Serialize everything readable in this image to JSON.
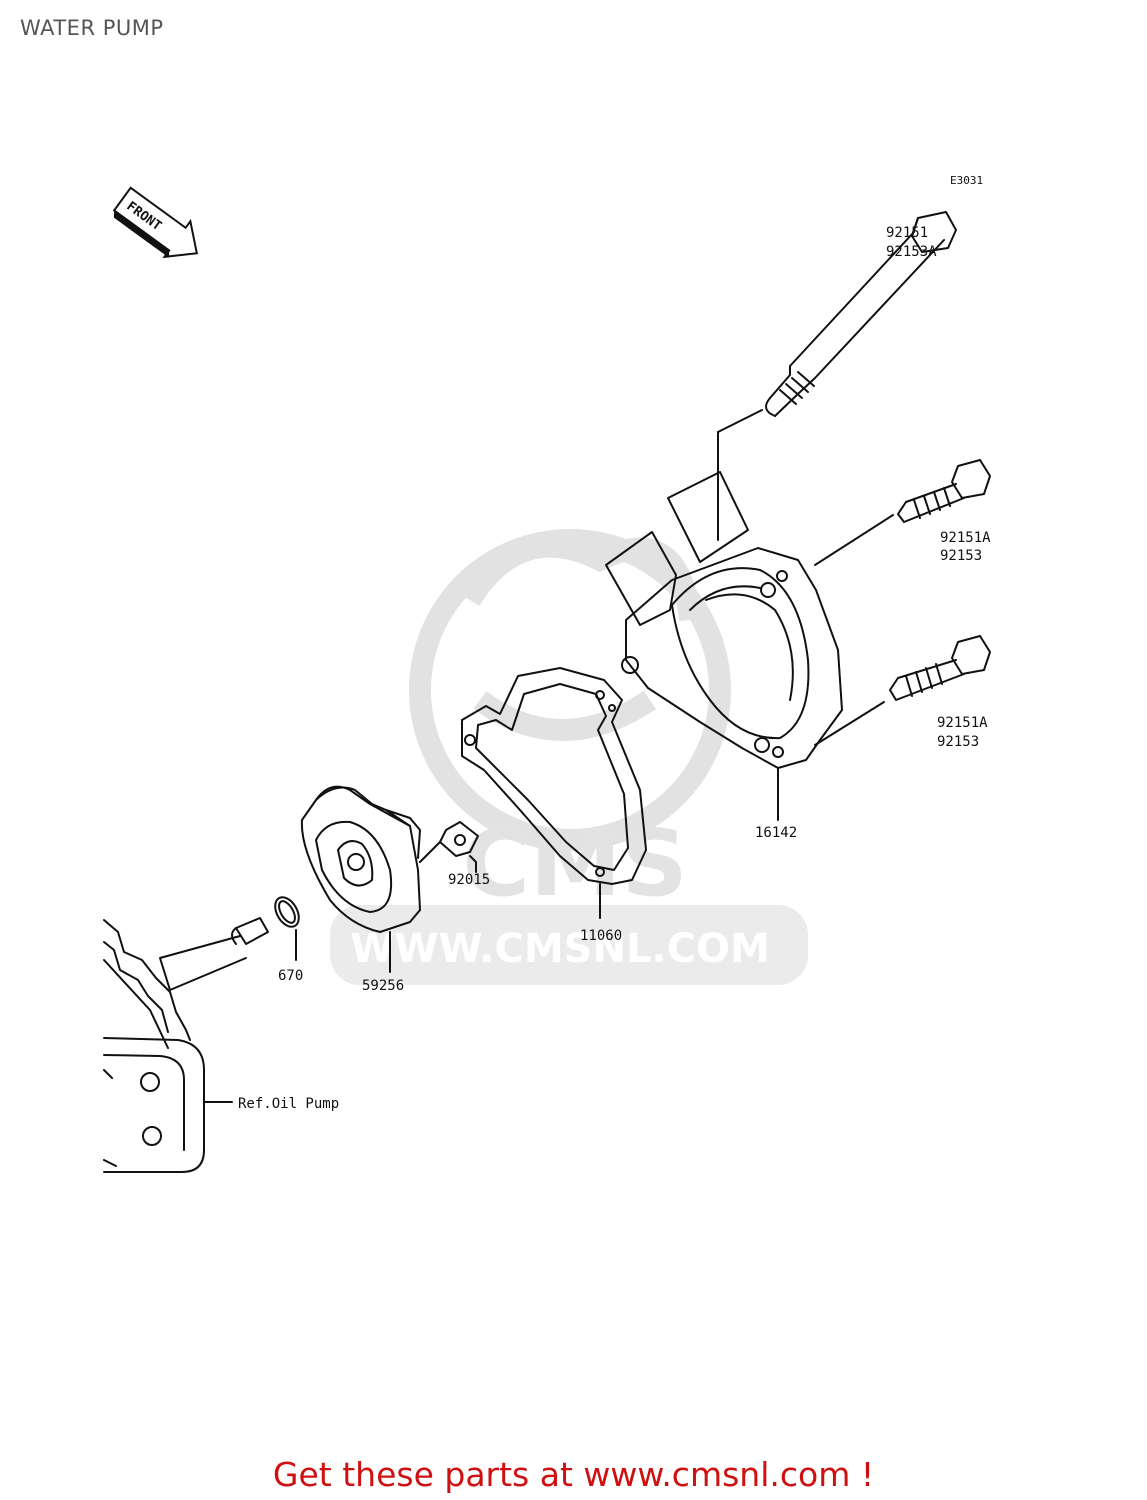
{
  "title": "WATER PUMP",
  "diagram_code": "E3031",
  "front_label": "FRONT",
  "watermark": {
    "logo": "CMS",
    "url": "WWW.CMSNL.COM"
  },
  "parts": [
    {
      "id": "bolt-long",
      "numbers": [
        "92151",
        "92153A"
      ]
    },
    {
      "id": "bolt-upper",
      "numbers": [
        "92151A",
        "92153"
      ]
    },
    {
      "id": "bolt-lower",
      "numbers": [
        "92151A",
        "92153"
      ]
    },
    {
      "id": "pump-cover",
      "numbers": [
        "16142"
      ]
    },
    {
      "id": "gasket",
      "numbers": [
        "11060"
      ]
    },
    {
      "id": "washer",
      "numbers": [
        "92015"
      ]
    },
    {
      "id": "impeller",
      "numbers": [
        "59256"
      ]
    },
    {
      "id": "o-ring",
      "numbers": [
        "670"
      ]
    }
  ],
  "reference_label": "Ref.Oil Pump",
  "footer_text": "Get these parts at www.cmsnl.com !",
  "colors": {
    "footer": "#d01010",
    "line": "#111111",
    "watermark": "#e4e4e4"
  }
}
